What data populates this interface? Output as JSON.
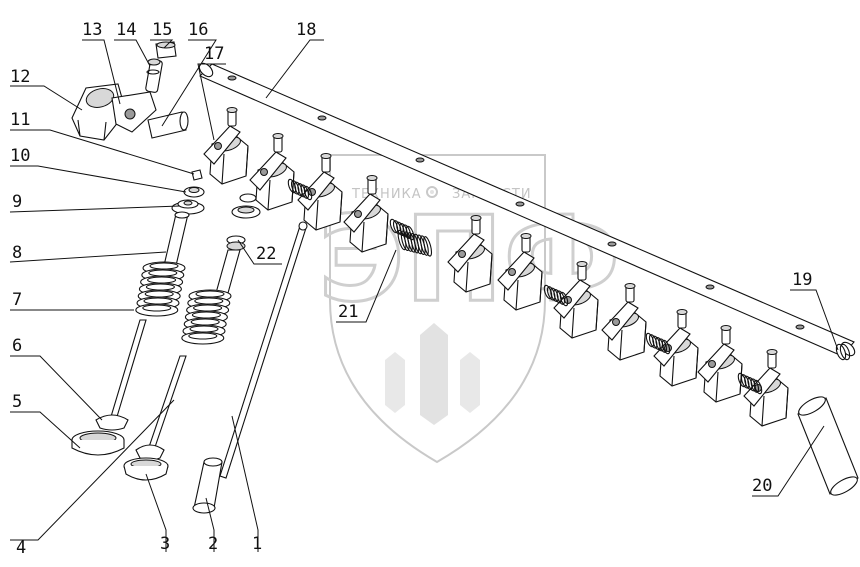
{
  "watermark": {
    "brand_letters": "ЭПФ",
    "left_word": "ТЕХНИКА",
    "right_word": "ЗАПЧАСТИ",
    "symbol": "gear-icon"
  },
  "callouts": [
    {
      "id": "c1",
      "label": "1"
    },
    {
      "id": "c2",
      "label": "2"
    },
    {
      "id": "c3",
      "label": "3"
    },
    {
      "id": "c4",
      "label": "4"
    },
    {
      "id": "c5",
      "label": "5"
    },
    {
      "id": "c6",
      "label": "6"
    },
    {
      "id": "c7",
      "label": "7"
    },
    {
      "id": "c8",
      "label": "8"
    },
    {
      "id": "c9",
      "label": "9"
    },
    {
      "id": "c10",
      "label": "10"
    },
    {
      "id": "c11",
      "label": "11"
    },
    {
      "id": "c12",
      "label": "12"
    },
    {
      "id": "c13",
      "label": "13"
    },
    {
      "id": "c14",
      "label": "14"
    },
    {
      "id": "c15",
      "label": "15"
    },
    {
      "id": "c16",
      "label": "16"
    },
    {
      "id": "c17",
      "label": "17"
    },
    {
      "id": "c18",
      "label": "18"
    },
    {
      "id": "c19",
      "label": "19"
    },
    {
      "id": "c20",
      "label": "20"
    },
    {
      "id": "c21",
      "label": "21"
    },
    {
      "id": "c22",
      "label": "22"
    }
  ]
}
